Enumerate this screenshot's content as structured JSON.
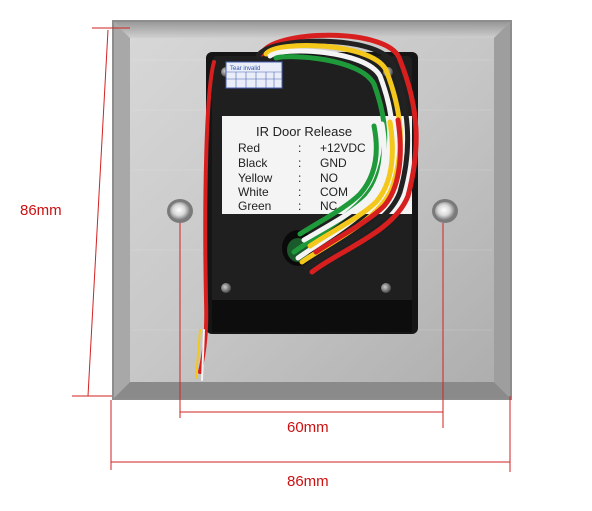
{
  "image": {
    "subject": "product photo",
    "colors": {
      "plate": "#c9c9c9",
      "plate_dark": "#9a9a9a",
      "module": "#1a1a1a",
      "label": "#f2f2f2",
      "dimension_line": "#d22222",
      "wire_red": "#d81f1f",
      "wire_black": "#222222",
      "wire_yellow": "#f3c81a",
      "wire_white": "#f4f4f4",
      "wire_green": "#1e9a3a"
    }
  },
  "dimensions": {
    "height": "86mm",
    "hole_spacing": "60mm",
    "width": "86mm"
  },
  "label": {
    "title": "IR Door Release",
    "rows": [
      {
        "color": "Red",
        "sep": ":",
        "value": "+12VDC"
      },
      {
        "color": "Black",
        "sep": ":",
        "value": "GND"
      },
      {
        "color": "Yellow",
        "sep": ":",
        "value": "NO"
      },
      {
        "color": "White",
        "sep": ":",
        "value": "COM"
      },
      {
        "color": "Green",
        "sep": ":",
        "value": "NC"
      }
    ]
  },
  "sticker": {
    "text": "Tear invalid"
  }
}
